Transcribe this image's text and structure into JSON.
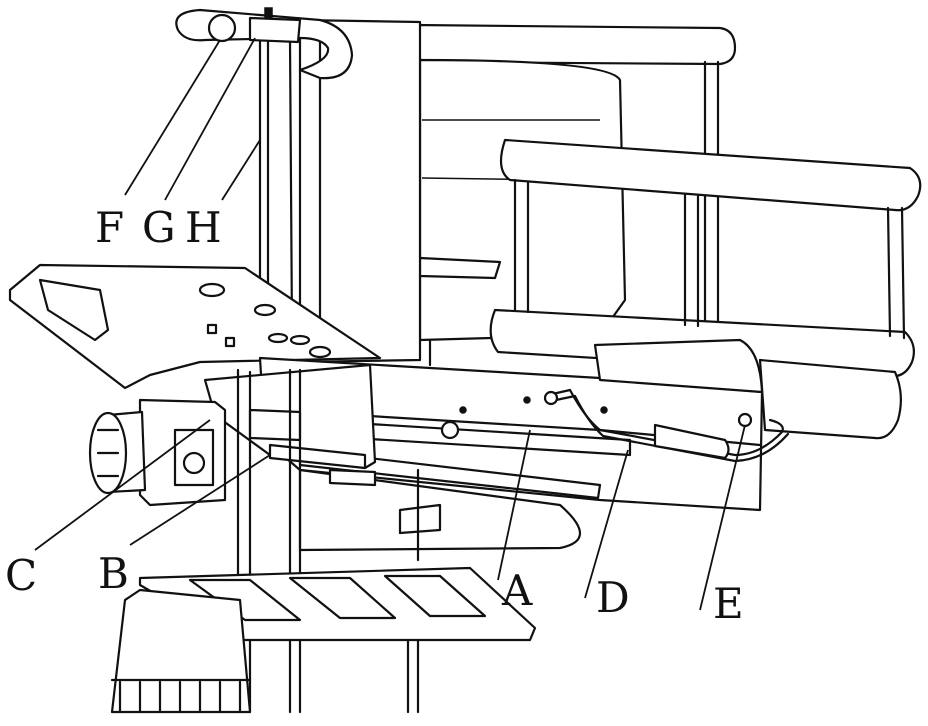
{
  "labels": {
    "F": "F",
    "G": "G",
    "H": "H",
    "C": "C",
    "B": "B",
    "A": "A",
    "D": "D",
    "E": "E"
  },
  "colors": {
    "line": "#111111",
    "background": "#ffffff"
  }
}
